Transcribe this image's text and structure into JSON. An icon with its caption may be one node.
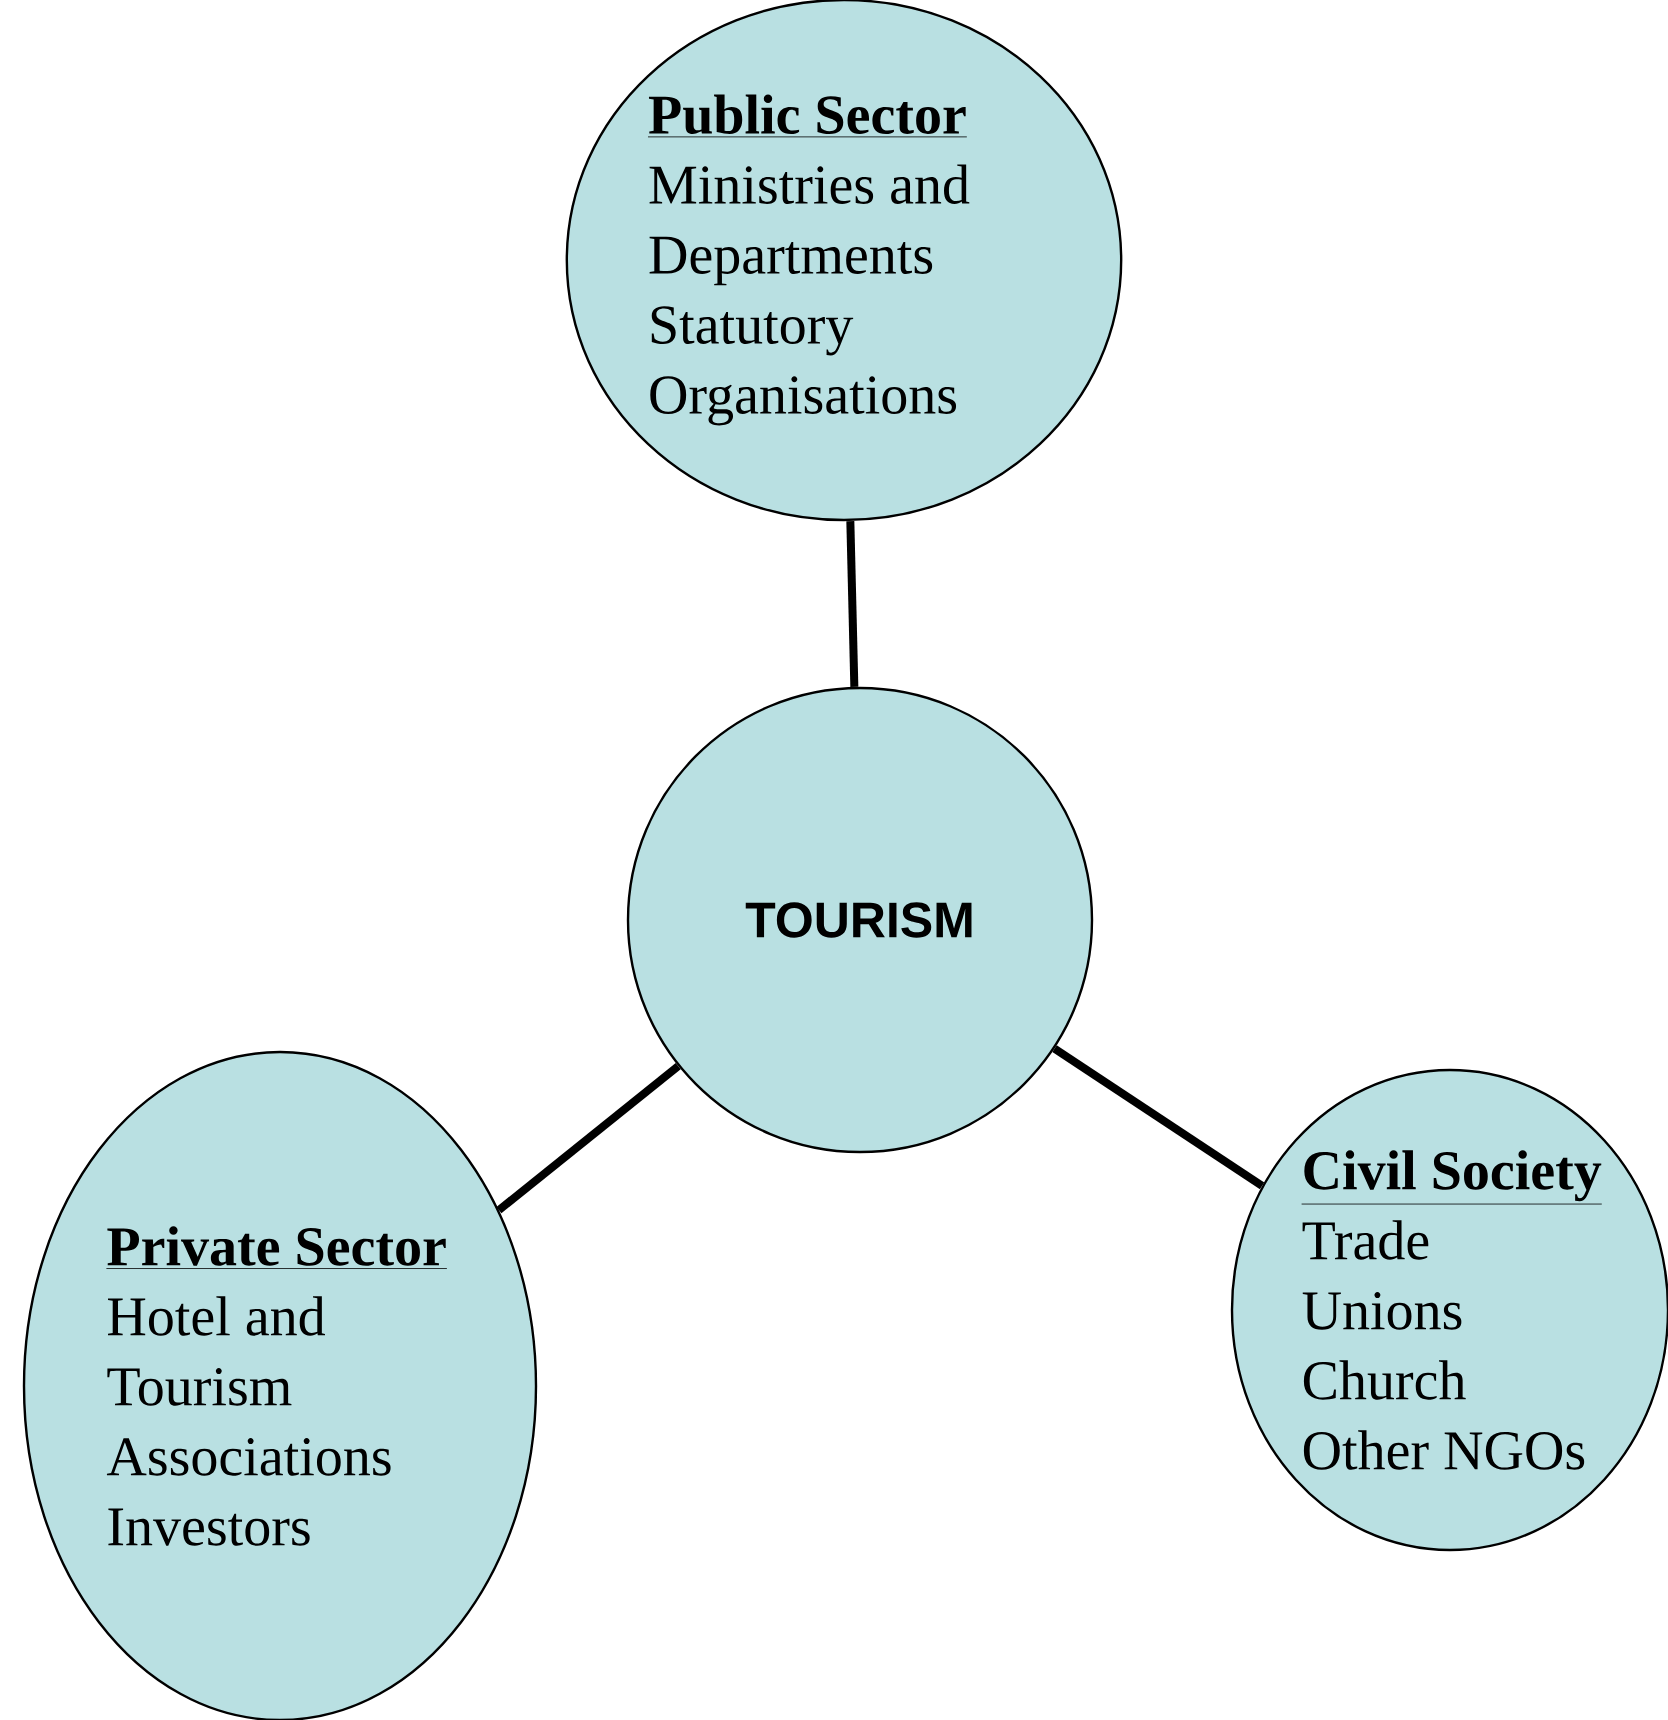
{
  "diagram": {
    "nodes": [
      {
        "text": [
          "Public Sector",
          "Ministries and Departments",
          "Statutory Organisations"
        ]
      },
      {
        "text": [
          "TOURISM"
        ]
      },
      {
        "text": [
          "Private Sector",
          "Hotel and Tourism Associations",
          "Investors"
        ]
      },
      {
        "text": [
          "Civil Society",
          "Trade Unions",
          "Church",
          "Other NGOs"
        ]
      }
    ],
    "edges": [
      {
        "from": 0,
        "to": 1,
        "arrow": "none"
      },
      {
        "from": 1,
        "to": 2,
        "arrow": "none"
      },
      {
        "from": 1,
        "to": 3,
        "arrow": "none"
      }
    ]
  }
}
